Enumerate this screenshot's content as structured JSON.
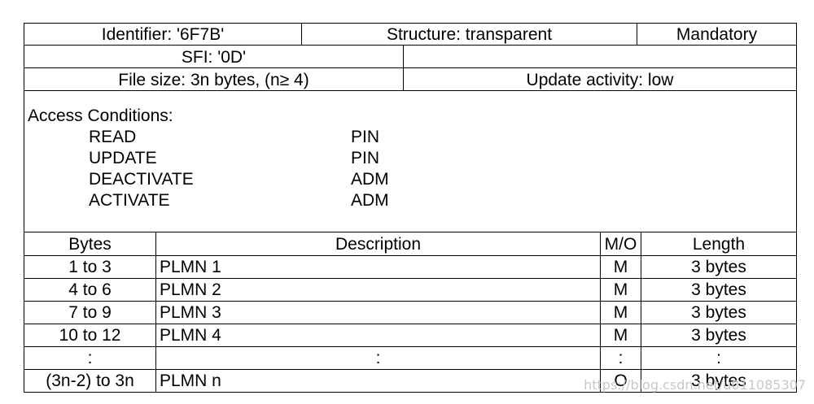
{
  "header": {
    "identifier": "Identifier: '6F7B'",
    "structure": "Structure: transparent",
    "mandatory": "Mandatory",
    "sfi": "SFI: '0D'",
    "file_size": "File size: 3n bytes, (n≥ 4)",
    "update_activity": "Update activity: low"
  },
  "access": {
    "title": "Access Conditions:",
    "rows": [
      {
        "op": "READ",
        "cond": "PIN"
      },
      {
        "op": "UPDATE",
        "cond": "PIN"
      },
      {
        "op": "DEACTIVATE",
        "cond": "ADM"
      },
      {
        "op": "ACTIVATE",
        "cond": "ADM"
      }
    ]
  },
  "table": {
    "headers": {
      "bytes": "Bytes",
      "description": "Description",
      "mo": "M/O",
      "length": "Length"
    },
    "rows": [
      {
        "bytes": "1 to 3",
        "description": "PLMN 1",
        "mo": "M",
        "length": "3 bytes"
      },
      {
        "bytes": "4 to 6",
        "description": "PLMN 2",
        "mo": "M",
        "length": "3 bytes"
      },
      {
        "bytes": "7 to 9",
        "description": "PLMN 3",
        "mo": "M",
        "length": "3 bytes"
      },
      {
        "bytes": "10 to 12",
        "description": "PLMN 4",
        "mo": "M",
        "length": "3 bytes"
      },
      {
        "bytes": ":",
        "description": ":",
        "mo": ":",
        "length": ":"
      },
      {
        "bytes": "(3n-2) to 3n",
        "description": "PLMN n",
        "mo": "O",
        "length": "3 bytes"
      }
    ]
  },
  "watermark": "https://blog.csdn.net/u011085307"
}
